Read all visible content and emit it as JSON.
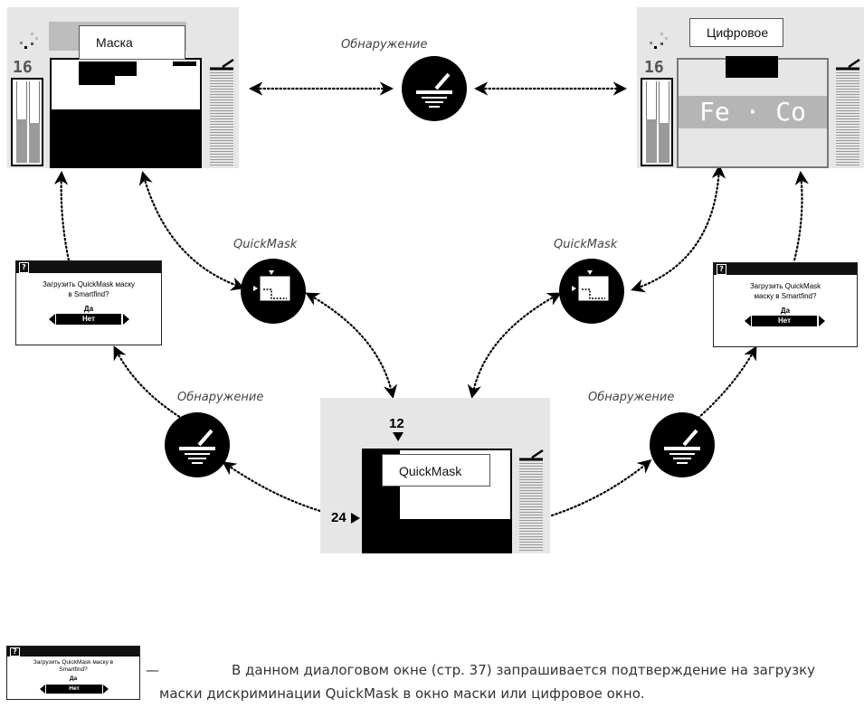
{
  "screens": {
    "mask": {
      "label": "Маска",
      "depth_value": "16"
    },
    "digital": {
      "label": "Цифровое",
      "depth_value": "16",
      "fe_co": "Fe · Co"
    },
    "quickmask": {
      "label": "QuickMask",
      "top_marker": "12",
      "left_marker": "24"
    }
  },
  "captions": {
    "detect_top": "Обнаружение",
    "quickmask_left": "QuickMask",
    "quickmask_right": "QuickMask",
    "detect_left": "Обнаружение",
    "detect_right": "Обнаружение"
  },
  "dialogs": {
    "left": {
      "help_icon": "?",
      "message": "Загрузить QuickMask маску в Smartfind?",
      "option_top": "Да",
      "option_selected": "Нет"
    },
    "right": {
      "help_icon": "?",
      "message": "Загрузить QuickMask маску в Smartfind?",
      "option_top": "Да",
      "option_selected": "Нет"
    },
    "legend": {
      "help_icon": "?",
      "message": "Загрузить QuickMask маску в Smartfind?",
      "option_top": "Да",
      "option_selected": "Нет"
    }
  },
  "description": {
    "dash": "—",
    "text": "В данном диалоговом окне (стр. 37) запрашивается подтверждение на загрузку маски дискриминации QuickMask в окно маски или цифровое окно."
  },
  "icons": [
    "coil-icon",
    "quickmask-icon",
    "help-icon",
    "arrow-left-icon",
    "arrow-right-icon"
  ],
  "colors": {
    "panel_bg": "#e6e6e6",
    "icon_bg": "#000000",
    "bar_fill": "#9a9a9a"
  }
}
